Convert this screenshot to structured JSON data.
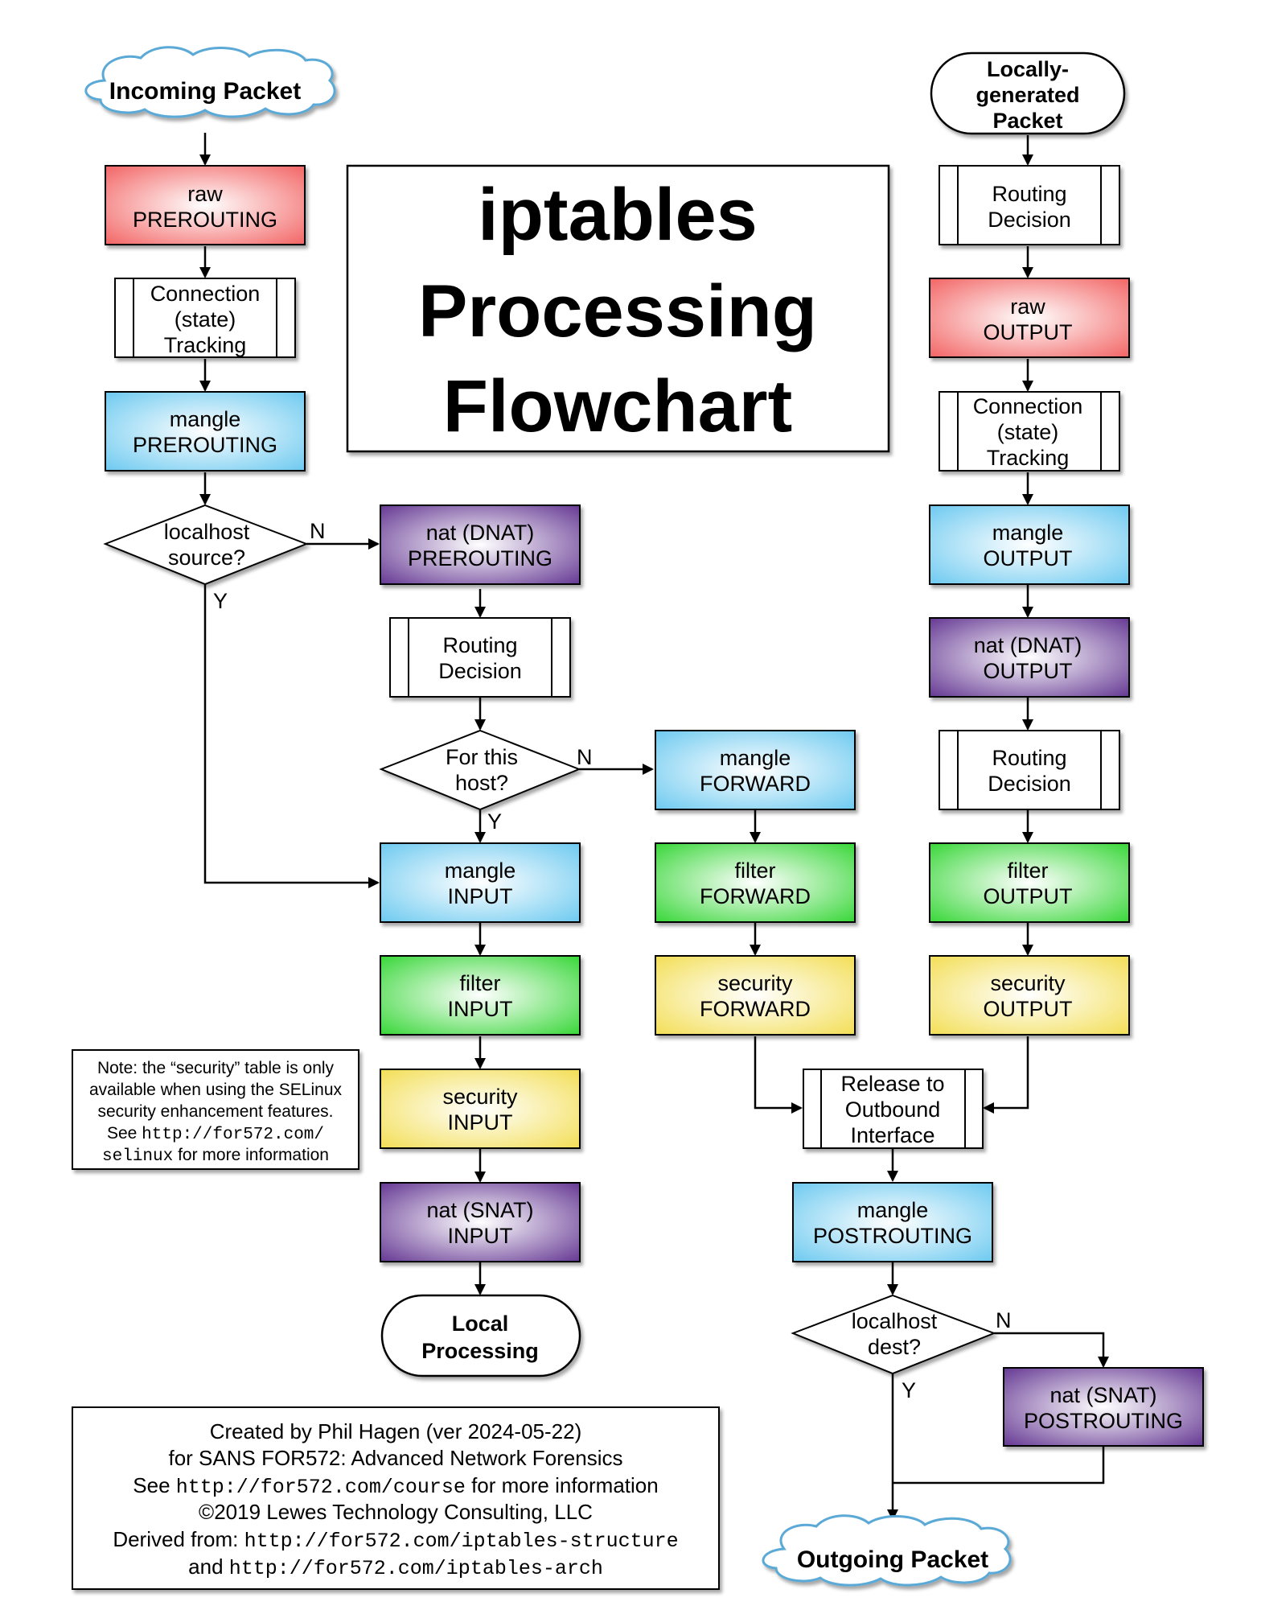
{
  "title": {
    "lines": [
      "iptables",
      "Processing",
      "Flowchart"
    ]
  },
  "colors": {
    "raw": "#f25a5a",
    "mangle": "#63c6ef",
    "nat": "#5b2b8c",
    "filter": "#2bd42b",
    "security": "#f2dc4a",
    "line": "#000000"
  },
  "terminals": {
    "incoming": "Incoming Packet",
    "locally_generated": [
      "Locally-",
      "generated",
      "Packet"
    ],
    "local_processing": [
      "Local",
      "Processing"
    ],
    "outgoing": "Outgoing Packet"
  },
  "nodes": {
    "raw_prerouting": [
      "raw",
      "PREROUTING"
    ],
    "conntrack_in": [
      "Connection",
      "(state)",
      "Tracking"
    ],
    "mangle_prerouting": [
      "mangle",
      "PREROUTING"
    ],
    "localhost_source": [
      "localhost",
      "source?"
    ],
    "nat_dnat_prerouting": [
      "nat (DNAT)",
      "PREROUTING"
    ],
    "routing_decision_in": [
      "Routing",
      "Decision"
    ],
    "for_this_host": [
      "For this",
      "host?"
    ],
    "mangle_input": [
      "mangle",
      "INPUT"
    ],
    "filter_input": [
      "filter",
      "INPUT"
    ],
    "security_input": [
      "security",
      "INPUT"
    ],
    "nat_snat_input": [
      "nat (SNAT)",
      "INPUT"
    ],
    "mangle_forward": [
      "mangle",
      "FORWARD"
    ],
    "filter_forward": [
      "filter",
      "FORWARD"
    ],
    "security_forward": [
      "security",
      "FORWARD"
    ],
    "routing_decision_out": [
      "Routing",
      "Decision"
    ],
    "raw_output": [
      "raw",
      "OUTPUT"
    ],
    "conntrack_out": [
      "Connection",
      "(state)",
      "Tracking"
    ],
    "mangle_output": [
      "mangle",
      "OUTPUT"
    ],
    "nat_dnat_output": [
      "nat (DNAT)",
      "OUTPUT"
    ],
    "routing_decision_out2": [
      "Routing",
      "Decision"
    ],
    "filter_output": [
      "filter",
      "OUTPUT"
    ],
    "security_output": [
      "security",
      "OUTPUT"
    ],
    "release_outbound": [
      "Release to",
      "Outbound",
      "Interface"
    ],
    "mangle_postrouting": [
      "mangle",
      "POSTROUTING"
    ],
    "localhost_dest": [
      "localhost",
      "dest?"
    ],
    "nat_snat_postrouting": [
      "nat (SNAT)",
      "POSTROUTING"
    ]
  },
  "edge_labels": {
    "yes": "Y",
    "no": "N"
  },
  "note": {
    "l1": "Note: the “security” table is only",
    "l2": "available when using the SELinux",
    "l3": "security enhancement features.",
    "l4_see": "See ",
    "l4_url": "http://for572.com/",
    "l5_url": "selinux",
    "l5_text": " for more information"
  },
  "credits": {
    "l1": "Created by Phil Hagen (ver 2024-05-22)",
    "l2": "for SANS FOR572: Advanced Network Forensics",
    "l3_see": "See ",
    "l3_url": "http://for572.com/course",
    "l3_text": " for more information",
    "l4": "©2019 Lewes Technology Consulting, LLC",
    "l5_text": "Derived from: ",
    "l5_url": "http://for572.com/iptables-structure",
    "l6_text": "and ",
    "l6_url": "http://for572.com/iptables-arch"
  }
}
